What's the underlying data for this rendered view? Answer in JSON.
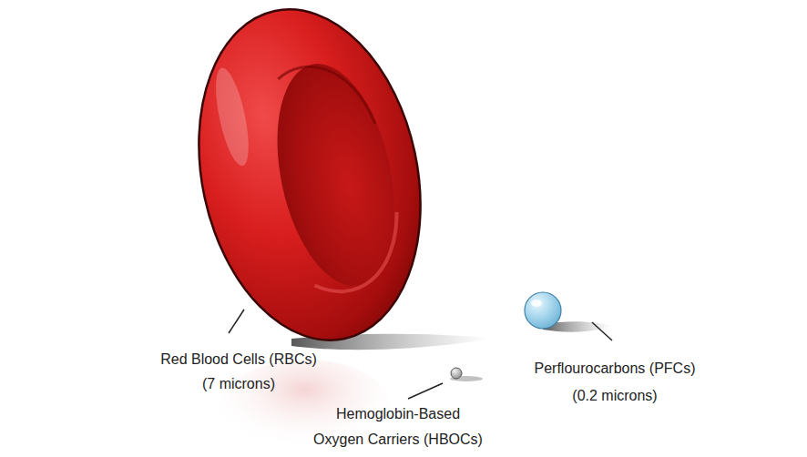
{
  "diagram": {
    "labels": [
      "Red Blood Cells (RBCs) (7 microns)",
      "Hemoglobin-Based Oxygen Carriers (HBOCs)",
      "Perflourocarbons (PFCs) (0.2 microns)"
    ]
  }
}
